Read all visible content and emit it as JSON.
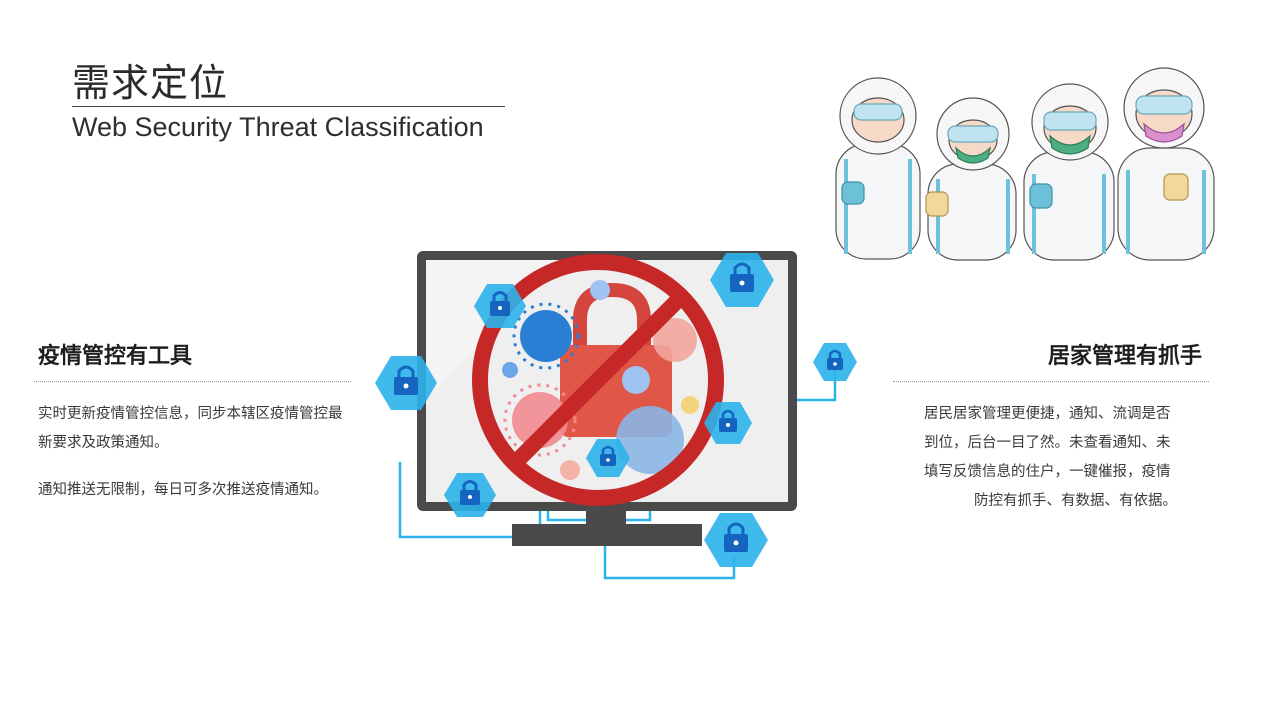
{
  "header": {
    "title_cn": "需求定位",
    "title_en": "Web Security Threat Classification"
  },
  "left": {
    "heading": "疫情管控有工具",
    "paragraph_1": "实时更新疫情管控信息，同步本辖区疫情管控最新要求及政策通知。",
    "paragraph_2": "通知推送无限制，每日可多次推送疫情通知。"
  },
  "right": {
    "heading": "居家管理有抓手",
    "lines": [
      "居民居家管理更便捷，通知、流调是否",
      "到位，后台一目了然。未查看通知、未",
      "填写反馈信息的住户，一键催报，疫情",
      "防控有抓手、有数据、有依据。"
    ]
  },
  "colors": {
    "accent_blue": "#2bb3ea",
    "lock_blue": "#1565c0",
    "prohibit_red": "#c62828",
    "monitor_gray": "#4a4a4a"
  },
  "illustrations": {
    "center": "monitor-with-virus-lock-and-prohibition-sign",
    "top_right": "medical-workers-in-protective-suits"
  }
}
